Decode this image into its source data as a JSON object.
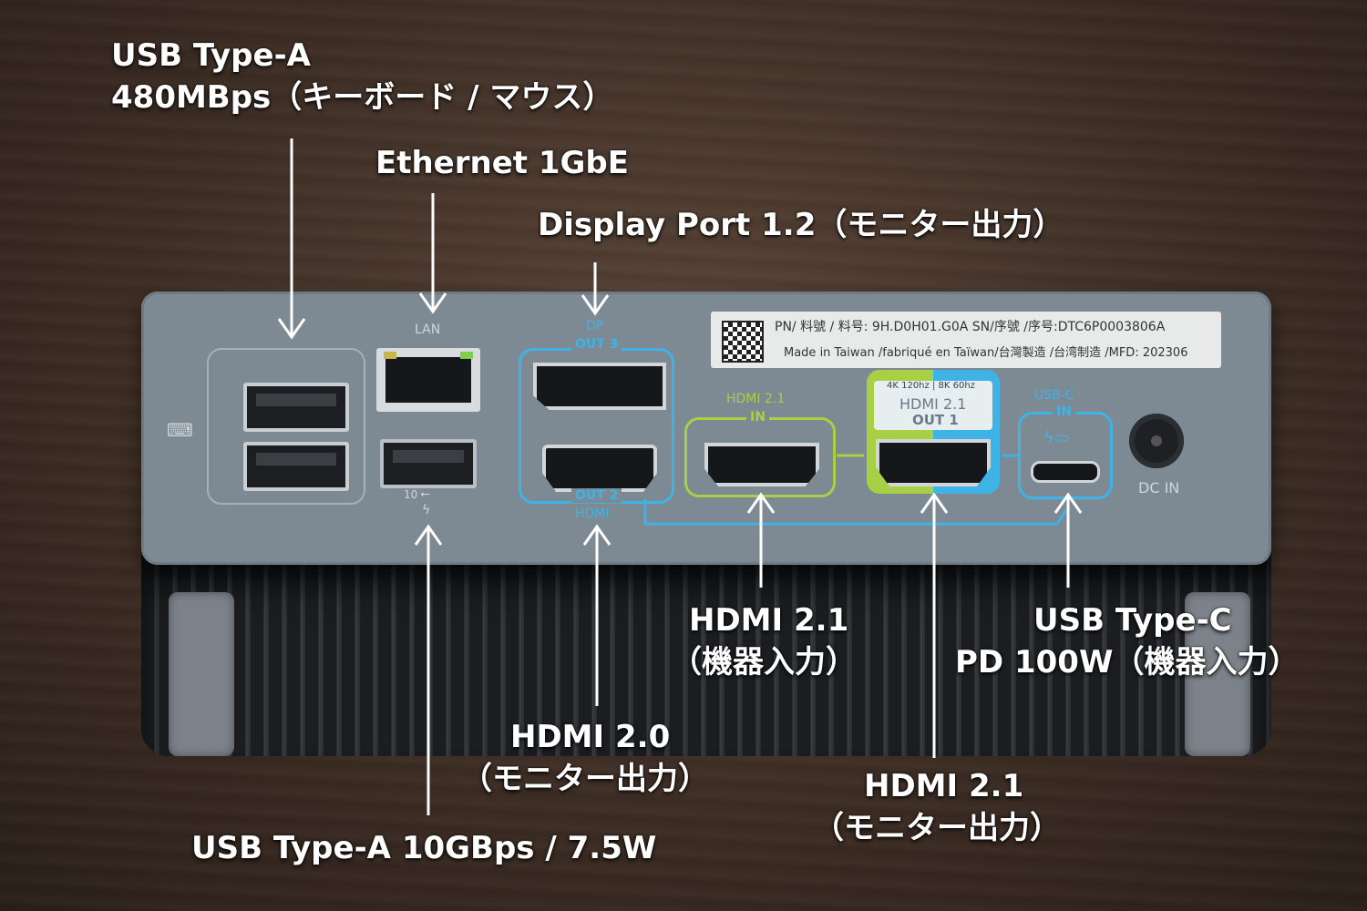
{
  "labels": {
    "usb_a_slow_line1": "USB Type-A",
    "usb_a_slow_line2": "480MBps（キーボード / マウス）",
    "ethernet": "Ethernet 1GbE",
    "displayport": "Display Port 1.2（モニター出力）",
    "hdmi_in_line1": "HDMI 2.1",
    "hdmi_in_line2": "（機器入力）",
    "usbc_line1": "USB Type-C",
    "usbc_line2": "PD 100W（機器入力）",
    "hdmi20_line1": "HDMI 2.0",
    "hdmi20_line2": "（モニター出力）",
    "hdmi21_out_line1": "HDMI 2.1",
    "hdmi21_out_line2": "（モニター出力）",
    "usb_a_fast": "USB Type-A 10GBps / 7.5W"
  },
  "device": {
    "sticker_line1": "PN/ 料號 / 料号: 9H.D0H01.G0A  SN/序號 /序号:DTC6P0003806A",
    "sticker_line2": "Made in Taiwan /fabriqué en Taïwan/台灣製造 /台湾制造  /MFD: 202306",
    "lan": "LAN",
    "dp": "DP",
    "out3": "OUT 3",
    "out2": "OUT 2",
    "hdmi": "HDMI",
    "hdmi_in_title": "HDMI 2.1",
    "hdmi_in_sub": "IN",
    "hdmi_out1_spec": "4K 120hz | 8K 60hz",
    "hdmi_out1_title": "HDMI 2.1",
    "hdmi_out1_sub": "OUT 1",
    "usbc_title": "USB-C",
    "usbc_sub": "IN",
    "dc_in": "DC IN",
    "usb_speed": "10"
  },
  "colors": {
    "accent_blue": "#3fb3e6",
    "accent_green": "#a8d045",
    "panel": "#7d8993"
  }
}
